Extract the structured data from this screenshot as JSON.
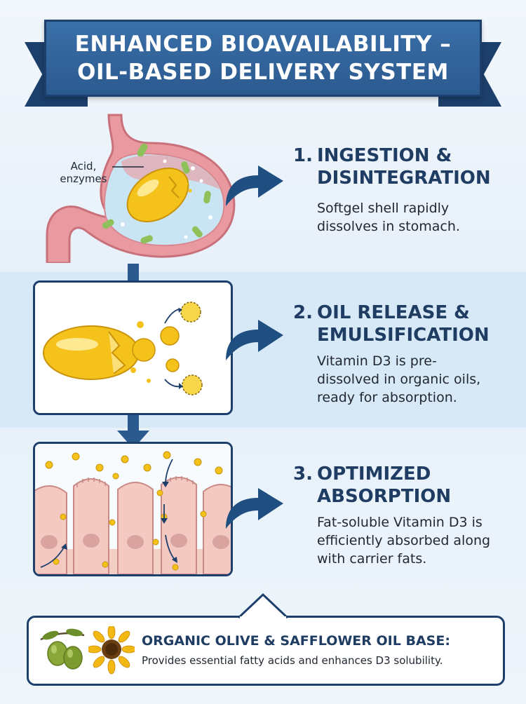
{
  "banner": {
    "title": "ENHANCED BIOAVAILABILITY –\nOIL-BASED DELIVERY SYSTEM"
  },
  "stomach_label": "Acid,\nenzymes",
  "steps": [
    {
      "number": "1.",
      "title_line1": "INGESTION &",
      "title_line2": "DISINTEGRATION",
      "description": "Softgel shell rapidly dissolves in stomach."
    },
    {
      "number": "2.",
      "title_line1": "OIL RELEASE &",
      "title_line2": "EMULSIFICATION",
      "description": "Vitamin D3 is pre-dissolved in organic oils, ready for absorption."
    },
    {
      "number": "3.",
      "title_line1": "OPTIMIZED",
      "title_line2": "ABSORPTION",
      "description": "Fat-soluble Vitamin D3 is efficiently absorbed along with carrier fats."
    }
  ],
  "callout": {
    "title": "ORGANIC OLIVE & SAFFLOWER OIL BASE:",
    "description": "Provides essential fatty acids and enhances D3 solubility."
  },
  "colors": {
    "navy": "#1c3f6b",
    "banner_blue": "#2b5a8f",
    "softgel_yellow": "#f4c21a",
    "stomach_pink": "#e89aa0",
    "villi_pink": "#f3c9c2"
  }
}
